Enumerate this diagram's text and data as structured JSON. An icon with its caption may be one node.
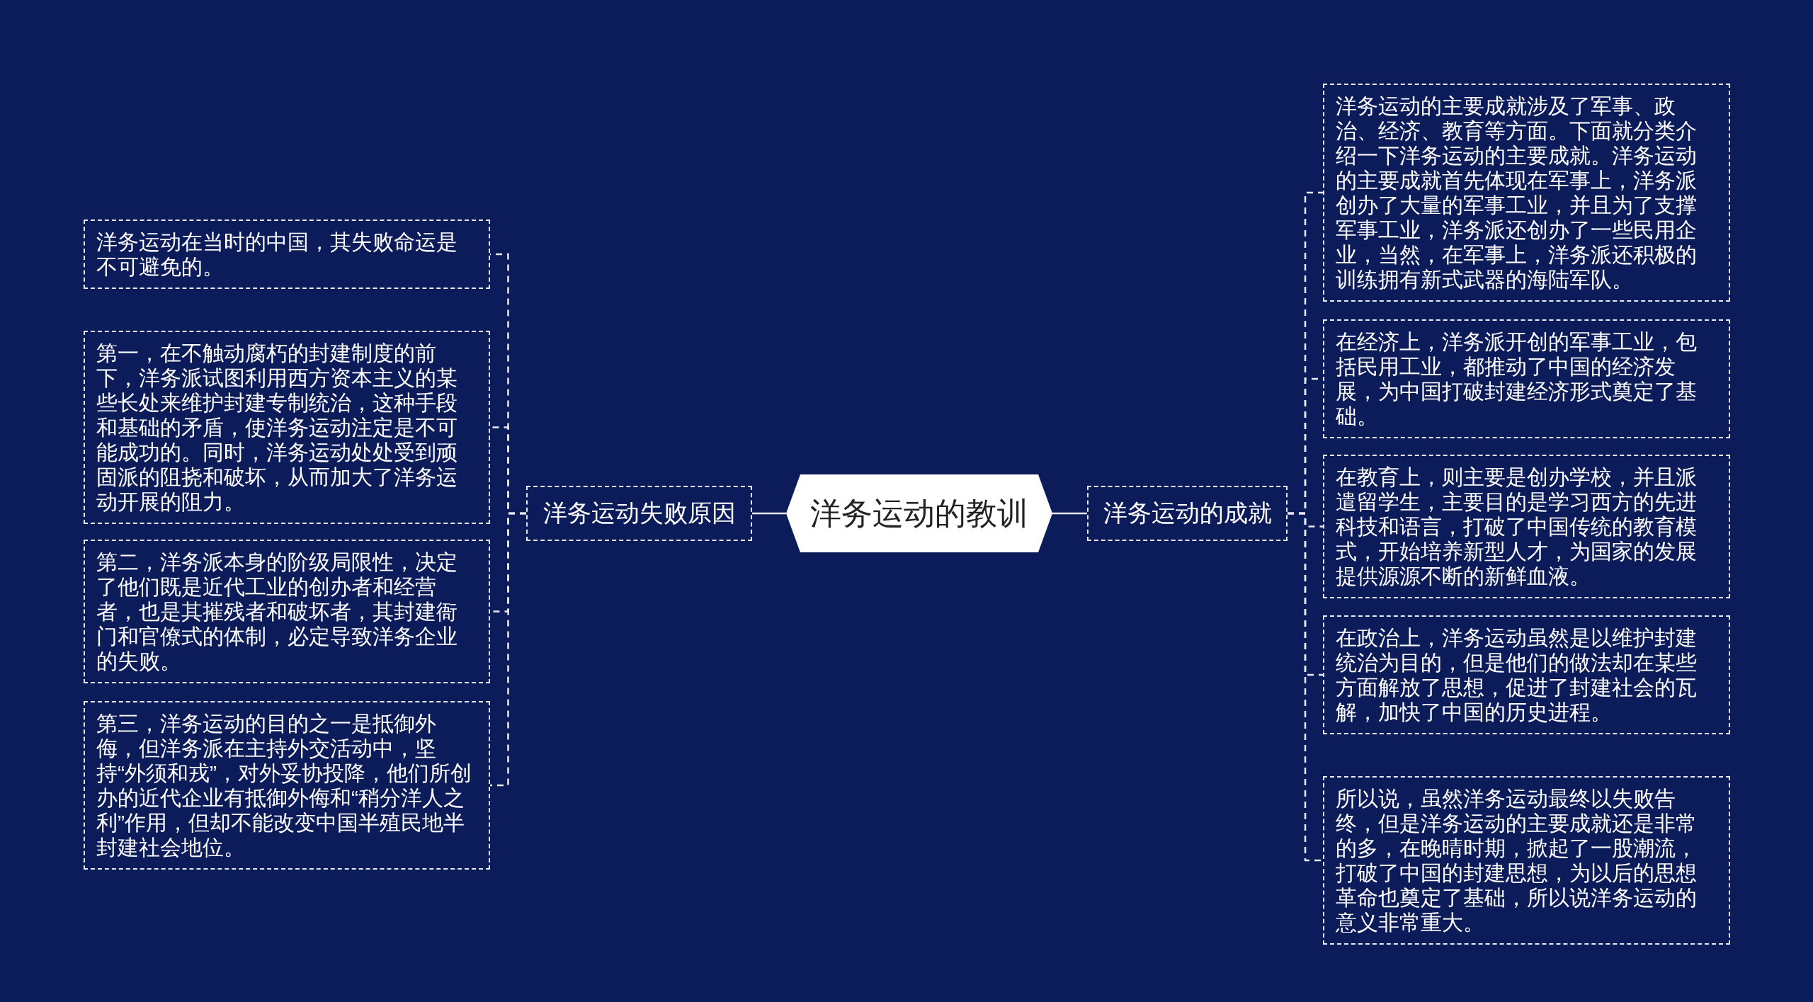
{
  "diagram": {
    "nodes": [
      {
        "text": [
          "洋务运动的教训"
        ]
      },
      {
        "text": [
          "洋务运动失败原因"
        ]
      },
      {
        "text": [
          "洋务运动在当时的中国，其失败命运是不可避免的。"
        ]
      },
      {
        "text": [
          "第一，在不触动腐朽的封建制度的前下，洋务派试图利用西方资本主义的某些长处来维护封建专制统治，这种手段和基础的矛盾，使洋务运动注定是不可能成功的。同时，洋务运动处处受到顽固派的阻挠和破坏，从而加大了洋务运动开展的阻力。"
        ]
      },
      {
        "text": [
          "第二，洋务派本身的阶级局限性，决定了他们既是近代工业的创办者和经营者，也是其摧残者和破坏者，其封建衙门和官僚式的体制，必定导致洋务企业的失败。"
        ]
      },
      {
        "text": [
          "第三，洋务运动的目的之一是抵御外侮，但洋务派在主持外交活动中，坚持“外须和戎”，对外妥协投降，他们所创办的近代企业有抵御外侮和“稍分洋人之利”作用，但却不能改变中国半殖民地半封建社会地位。"
        ]
      },
      {
        "text": [
          "洋务运动的成就"
        ]
      },
      {
        "text": [
          "洋务运动的主要成就涉及了军事、政治、经济、教育等方面。下面就分类介绍一下洋务运动的主要成就。洋务运动的主要成就首先体现在军事上，洋务派创办了大量的军事工业，并且为了支撑军事工业，洋务派还创办了一些民用企业，当然，在军事上，洋务派还积极的训练拥有新式武器的海陆军队。"
        ]
      },
      {
        "text": [
          "在经济上，洋务派开创的军事工业，包括民用工业，都推动了中国的经济发展，为中国打破封建经济形式奠定了基础。"
        ]
      },
      {
        "text": [
          "在教育上，则主要是创办学校，并且派遣留学生，主要目的是学习西方的先进科技和语言，打破了中国传统的教育模式，开始培养新型人才，为国家的发展提供源源不断的新鲜血液。"
        ]
      },
      {
        "text": [
          "在政治上，洋务运动虽然是以维护封建统治为目的，但是他们的做法却在某些方面解放了思想，促进了封建社会的瓦解，加快了中国的历史进程。"
        ]
      },
      {
        "text": [
          "所以说，虽然洋务运动最终以失败告终，但是洋务运动的主要成就还是非常的多，在晚晴时期，掀起了一股潮流，打破了中国的封建思想，为以后的思想革命也奠定了基础，所以说洋务运动的意义非常重大。"
        ]
      }
    ],
    "edges": [
      {
        "from": 0,
        "to": 1,
        "arrow": "none"
      },
      {
        "from": 1,
        "to": 2,
        "arrow": "none",
        "style": "dashed"
      },
      {
        "from": 1,
        "to": 3,
        "arrow": "none",
        "style": "dashed"
      },
      {
        "from": 1,
        "to": 4,
        "arrow": "none",
        "style": "dashed"
      },
      {
        "from": 1,
        "to": 5,
        "arrow": "none",
        "style": "dashed"
      },
      {
        "from": 0,
        "to": 6,
        "arrow": "none"
      },
      {
        "from": 6,
        "to": 7,
        "arrow": "none",
        "style": "dashed"
      },
      {
        "from": 6,
        "to": 8,
        "arrow": "none",
        "style": "dashed"
      },
      {
        "from": 6,
        "to": 9,
        "arrow": "none",
        "style": "dashed"
      },
      {
        "from": 6,
        "to": 10,
        "arrow": "none",
        "style": "dashed"
      },
      {
        "from": 6,
        "to": 11,
        "arrow": "none",
        "style": "dashed"
      }
    ]
  }
}
